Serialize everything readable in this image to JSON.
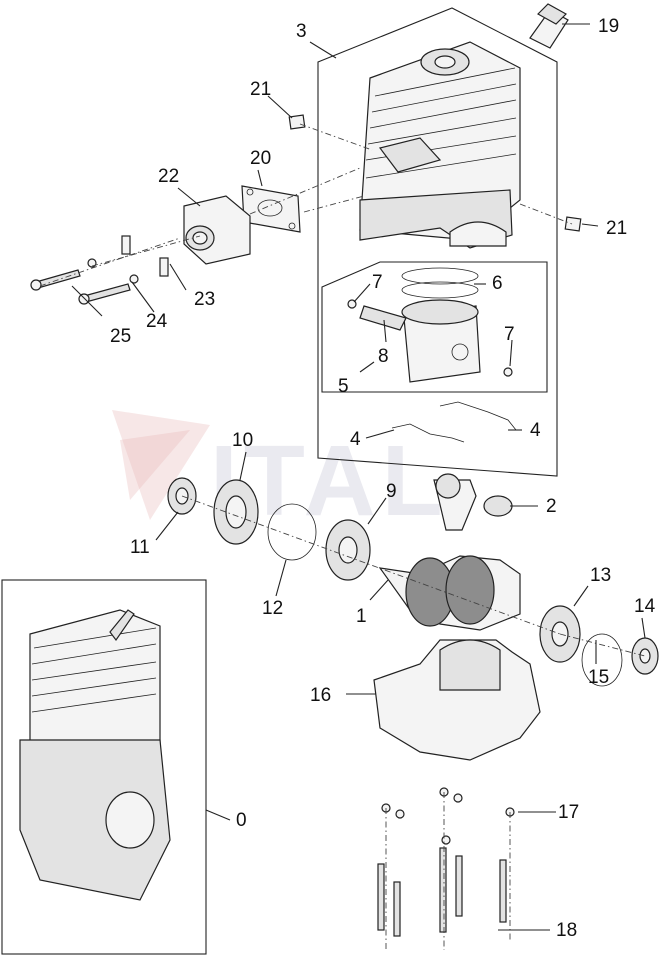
{
  "watermark": "ITAL",
  "callouts": {
    "c0": "0",
    "c1": "1",
    "c2": "2",
    "c3": "3",
    "c4a": "4",
    "c4b": "4",
    "c5": "5",
    "c6": "6",
    "c7a": "7",
    "c7b": "7",
    "c8": "8",
    "c9": "9",
    "c10": "10",
    "c11": "11",
    "c12": "12",
    "c13": "13",
    "c14": "14",
    "c15": "15",
    "c16": "16",
    "c17": "17",
    "c18": "18",
    "c19": "19",
    "c20": "20",
    "c21a": "21",
    "c21b": "21",
    "c22": "22",
    "c23": "23",
    "c24": "24",
    "c25": "25"
  }
}
